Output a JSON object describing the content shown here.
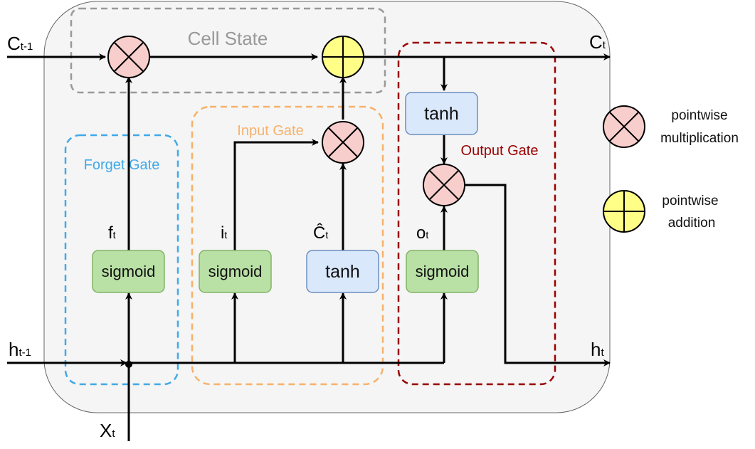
{
  "labels": {
    "cell_state": "Cell State",
    "forget_gate": "Forget Gate",
    "input_gate": "Input Gate",
    "output_gate": "Output Gate",
    "sigmoid": "sigmoid",
    "tanh": "tanh"
  },
  "signals": {
    "c_prev": {
      "main": "C",
      "sub": "t-1"
    },
    "c_next": {
      "main": "C",
      "sub": "t"
    },
    "h_prev": {
      "main": "h",
      "sub": "t-1"
    },
    "h_next": {
      "main": "h",
      "sub": "t"
    },
    "x": {
      "main": "X",
      "sub": "t"
    },
    "f": {
      "main": "f",
      "sub": "t"
    },
    "i": {
      "main": "i",
      "sub": "t"
    },
    "c_hat": {
      "main": "Ĉ",
      "sub": "t"
    },
    "o": {
      "main": "o",
      "sub": "t"
    }
  },
  "legend": {
    "mult_line1": "pointwise",
    "mult_line2": "multiplication",
    "add_line1": "pointwise",
    "add_line2": "addition"
  },
  "colors": {
    "forget_gate": "#41a9e8",
    "input_gate": "#f6b26b",
    "output_gate": "#990000",
    "cell_state": "#999999",
    "sigmoid_fill": "#b9e0a5",
    "sigmoid_stroke": "#82b366",
    "tanh_fill": "#dae8fc",
    "tanh_stroke": "#6c8ebf",
    "mult_fill": "#f8cecc",
    "add_fill": "#ffff88"
  }
}
